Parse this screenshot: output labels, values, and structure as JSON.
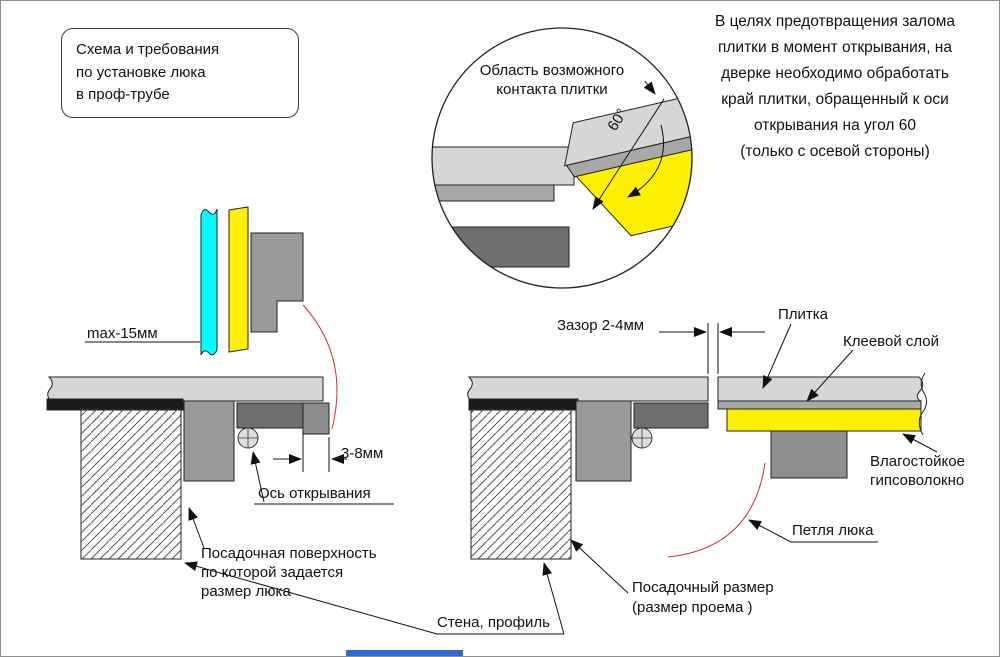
{
  "title_box": {
    "text": "Схема и требования\nпо установке люка\nв проф-трубе"
  },
  "note": {
    "text": "В целях предотвращения залома\nплитки в момент открывания, на\nдверке необходимо обработать\nкрай плитки, обращенный к оси\nоткрывания на угол 60\n(только с осевой стороны)"
  },
  "detail_view": {
    "caption": "Область возможного\nконтакта плитки",
    "angle_label": "60°"
  },
  "left_view": {
    "max_offset_label": "max-15мм",
    "edge_gap_label": "3-8мм",
    "axis_label": "Ось открывания",
    "seat_surface_label": "Посадочная поверхность\nпо которой задается\nразмер люка"
  },
  "right_view": {
    "gap_label": "Зазор 2-4мм",
    "tile_label": "Плитка",
    "glue_label": "Клеевой слой",
    "gvl_label": "Влагостойкое\nгипсоволокно",
    "hinge_label": "Петля люка",
    "seat_size_label": "Посадочный размер\n(размер проема )",
    "wall_label": "Стена, профиль"
  },
  "colors": {
    "tile_light_gray": "#d6d6d6",
    "glue_gray": "#a8a8a8",
    "profile_gray": "#9a9a9a",
    "dark_gray": "#6f6f6f",
    "steel_black": "#1a1a1a",
    "gvl_yellow": "#ffef00",
    "tile_cyan": "#00ffff",
    "swing_arc_red": "#c83232",
    "bottom_bar_blue": "#2e6bd4"
  }
}
